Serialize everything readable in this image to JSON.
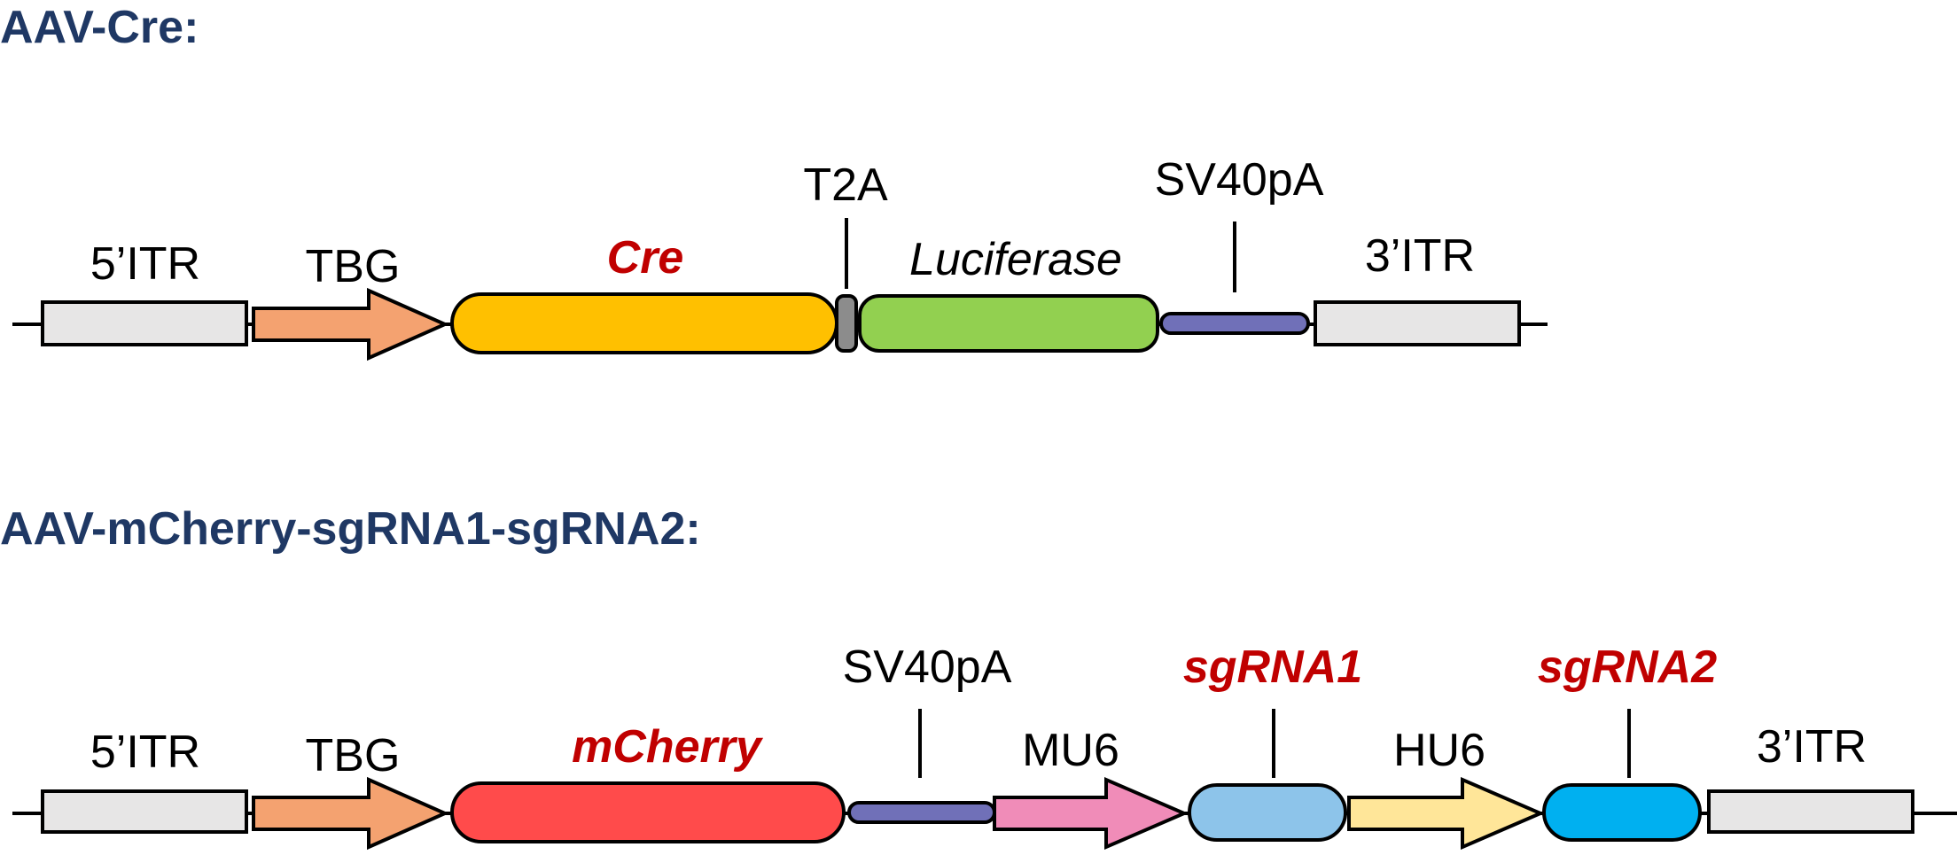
{
  "constructs": [
    {
      "title": "AAV-Cre:",
      "elements": [
        {
          "label": "5’ITR",
          "kind": "itr",
          "color": "#e7e6e6"
        },
        {
          "label": "TBG",
          "kind": "promoter",
          "color": "#f4a270"
        },
        {
          "label": "Cre",
          "kind": "gene",
          "color": "#ffc000",
          "label_style": "red-italic"
        },
        {
          "label": "T2A",
          "kind": "linker",
          "color": "#8c8c8c",
          "label_style": "callout"
        },
        {
          "label": "Luciferase",
          "kind": "gene",
          "color": "#92d050",
          "label_style": "italic"
        },
        {
          "label": "SV40pA",
          "kind": "polyA",
          "color": "#7070b8",
          "label_style": "callout"
        },
        {
          "label": "3’ITR",
          "kind": "itr",
          "color": "#e7e6e6"
        }
      ]
    },
    {
      "title": "AAV-mCherry-sgRNA1-sgRNA2:",
      "elements": [
        {
          "label": "5’ITR",
          "kind": "itr",
          "color": "#e7e6e6"
        },
        {
          "label": "TBG",
          "kind": "promoter",
          "color": "#f4a270"
        },
        {
          "label": "mCherry",
          "kind": "gene",
          "color": "#ff4b4b",
          "label_style": "red-italic"
        },
        {
          "label": "SV40pA",
          "kind": "polyA",
          "color": "#7070b8",
          "label_style": "callout"
        },
        {
          "label": "MU6",
          "kind": "promoter",
          "color": "#f08cb8"
        },
        {
          "label": "sgRNA1",
          "kind": "gene",
          "color": "#8dc4ea",
          "label_style": "red-italic-callout"
        },
        {
          "label": "HU6",
          "kind": "promoter",
          "color": "#ffe699"
        },
        {
          "label": "sgRNA2",
          "kind": "gene",
          "color": "#00b0f0",
          "label_style": "red-italic-callout"
        },
        {
          "label": "3’ITR",
          "kind": "itr",
          "color": "#e7e6e6"
        }
      ]
    }
  ]
}
